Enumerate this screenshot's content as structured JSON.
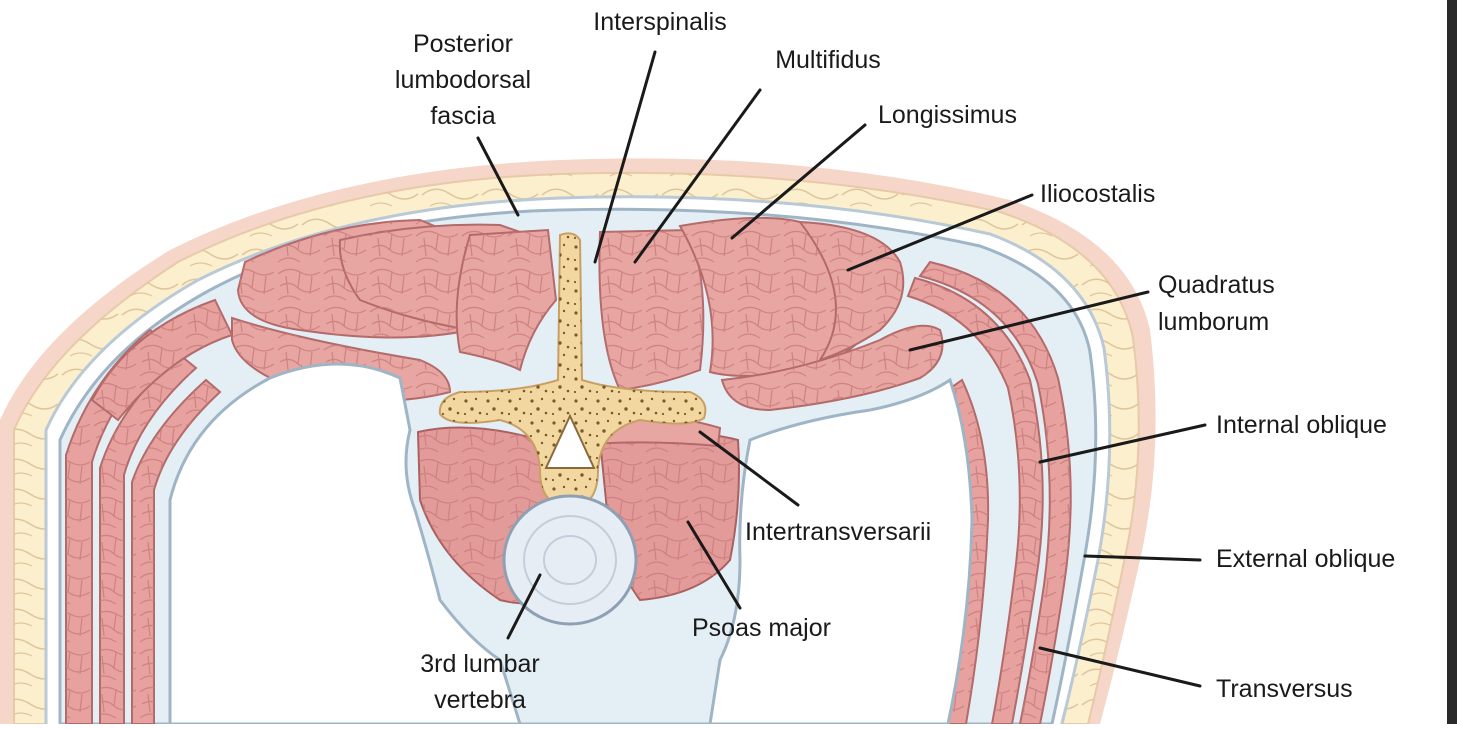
{
  "labels": {
    "posterior_lumbodorsal_fascia": [
      "Posterior",
      "lumbodorsal",
      "fascia"
    ],
    "interspinalis": "Interspinalis",
    "multifidus": "Multifidus",
    "longissimus": "Longissimus",
    "iliocostalis": "Iliocostalis",
    "quadratus_lumborum": [
      "Quadratus",
      "lumborum"
    ],
    "internal_oblique": "Internal oblique",
    "external_oblique": "External oblique",
    "intertransversarii": "Intertransversarii",
    "psoas_major": "Psoas major",
    "transversus": "Transversus",
    "third_lumbar_vertebra": [
      "3rd lumbar",
      "vertebra"
    ]
  },
  "colors": {
    "muscle": "#e8a6a3",
    "fat": "#fbefce",
    "bone": "#f2d7a0",
    "fascia": "#e4eef5",
    "disc": "#e7edf5"
  }
}
